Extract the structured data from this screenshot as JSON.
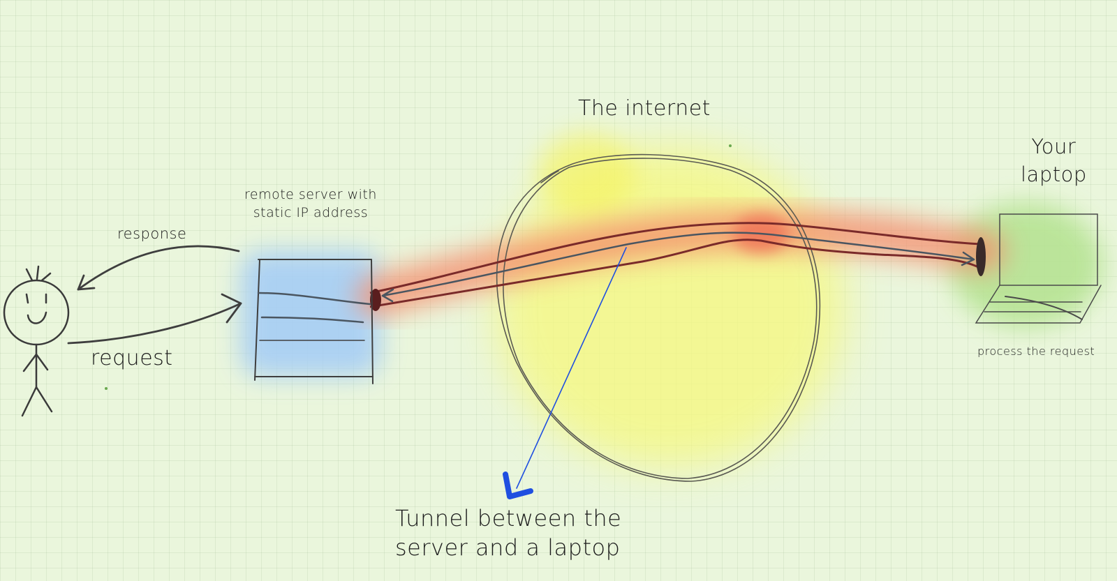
{
  "labels": {
    "internet": "The internet",
    "laptop_line1": "Your",
    "laptop_line2": "laptop",
    "server_line1": "remote server with",
    "server_line2": "static IP address",
    "response": "response",
    "request": "request",
    "process": "process the request",
    "tunnel_line1": "Tunnel between the",
    "tunnel_line2": "server and a laptop"
  },
  "colors": {
    "background": "#eaf6dc",
    "ink": "#4a4a4a",
    "internet_glow": "#f4f79a",
    "server_glow": "#a9cdf2",
    "laptop_glow": "#b8e39a",
    "tunnel_glow": "#f58a6a",
    "tunnel_dark": "#7a2a2a",
    "pointer_arrow": "#1f4fe0"
  }
}
